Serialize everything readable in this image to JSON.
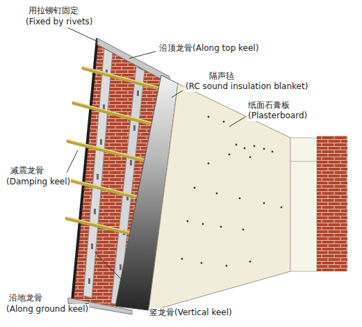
{
  "diagram": {
    "labels": [
      "用拉铆钉固定",
      "(Fixed by rivets)",
      "沿顶龙骨(Along top keel)",
      "隔声毡",
      "(RC sound insulation blanket)",
      "纸面石膏板",
      "(Plasterboard)",
      "减震龙骨",
      "(Damping keel)",
      "沿地龙骨",
      "(Along ground keel)",
      "竖龙骨(Vertical keel)"
    ]
  }
}
